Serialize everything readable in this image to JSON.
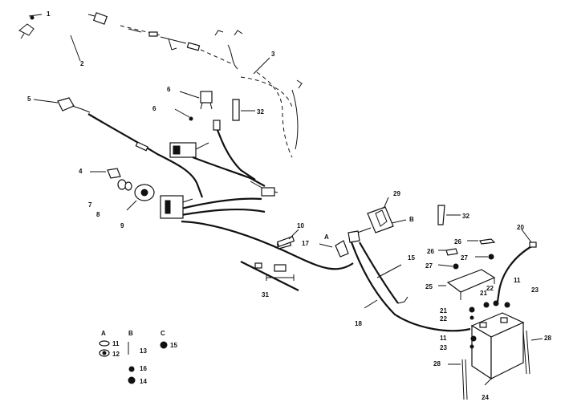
{
  "labels": [
    {
      "id": "1",
      "text": "1"
    },
    {
      "id": "2",
      "text": "2"
    },
    {
      "id": "3",
      "text": "3"
    },
    {
      "id": "5",
      "text": "5"
    },
    {
      "id": "6a",
      "text": "6"
    },
    {
      "id": "6b",
      "text": "6"
    },
    {
      "id": "32a",
      "text": "32"
    },
    {
      "id": "4",
      "text": "4"
    },
    {
      "id": "7",
      "text": "7"
    },
    {
      "id": "8",
      "text": "8"
    },
    {
      "id": "9",
      "text": "9"
    },
    {
      "id": "29",
      "text": "29"
    },
    {
      "id": "B",
      "text": "B"
    },
    {
      "id": "32b",
      "text": "32"
    },
    {
      "id": "10",
      "text": "10"
    },
    {
      "id": "17",
      "text": "17"
    },
    {
      "id": "A",
      "text": "A"
    },
    {
      "id": "26a",
      "text": "26"
    },
    {
      "id": "26b",
      "text": "26"
    },
    {
      "id": "20",
      "text": "20"
    },
    {
      "id": "15",
      "text": "15"
    },
    {
      "id": "27a",
      "text": "27"
    },
    {
      "id": "27b",
      "text": "27"
    },
    {
      "id": "25",
      "text": "25"
    },
    {
      "id": "31",
      "text": "31"
    },
    {
      "id": "11a",
      "text": "11"
    },
    {
      "id": "22a",
      "text": "22"
    },
    {
      "id": "21a",
      "text": "21"
    },
    {
      "id": "23a",
      "text": "23"
    },
    {
      "id": "21b",
      "text": "21"
    },
    {
      "id": "22b",
      "text": "22"
    },
    {
      "id": "18",
      "text": "18"
    },
    {
      "id": "11b",
      "text": "11"
    },
    {
      "id": "23b",
      "text": "23"
    },
    {
      "id": "28a",
      "text": "28"
    },
    {
      "id": "28b",
      "text": "28"
    },
    {
      "id": "24",
      "text": "24"
    }
  ],
  "legend": {
    "col_a": "A",
    "col_b": "B",
    "col_c": "C",
    "a_11": "11",
    "a_12": "12",
    "b_13": "13",
    "b_16": "16",
    "b_14": "14",
    "c_15": "15"
  }
}
